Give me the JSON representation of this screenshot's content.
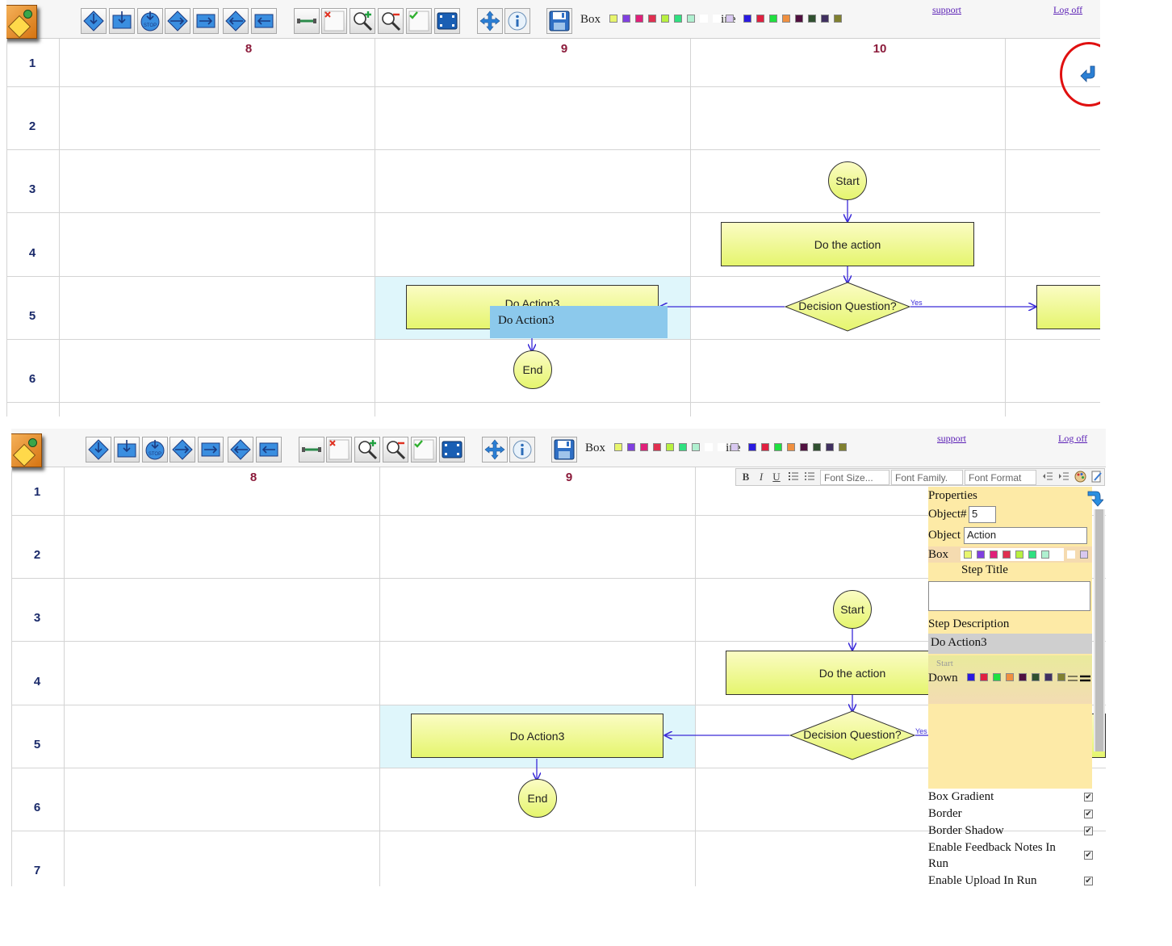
{
  "toolbar": {
    "box_label": "Box",
    "line_label": "Line",
    "support": "support",
    "logoff": "Log off",
    "box_colors": [
      "#e8f56d",
      "#8040e0",
      "#e0207a",
      "#e03050",
      "#b8f040",
      "#30e080",
      "#b0f0d0",
      "#ffffff",
      "#ffffff",
      "#d8c8f0"
    ],
    "line_colors": [
      "#2a1ae0",
      "#e02040",
      "#20e040",
      "#f09040",
      "#501040",
      "#305030",
      "#403060",
      "#808030"
    ],
    "icons": [
      "start-down-icon",
      "action-down-icon",
      "stop-icon",
      "decision-right-icon",
      "action-right-icon",
      "decision-left-icon",
      "action-left-icon",
      "connector-icon",
      "delete-icon",
      "zoom-in-icon",
      "zoom-out-icon",
      "check-icon",
      "fit-screen-icon",
      "move-icon",
      "info-icon",
      "save-icon"
    ]
  },
  "grid1": {
    "rows": [
      "1",
      "2",
      "3",
      "4",
      "5",
      "6"
    ],
    "cols": [
      "8",
      "9",
      "10"
    ]
  },
  "grid2": {
    "rows": [
      "1",
      "2",
      "3",
      "4",
      "5",
      "6",
      "7"
    ],
    "cols": [
      "8",
      "9"
    ]
  },
  "flow": {
    "start": "Start",
    "action": "Do the action",
    "decision": "Decision Question?",
    "yes": "Yes",
    "action3": "Do Action3",
    "end": "End"
  },
  "editor_overlay": "Do Action3",
  "format_bar": {
    "bold": "B",
    "italic": "I",
    "underline": "U",
    "font_size": "Font Size...",
    "font_family": "Font Family.",
    "font_format": "Font Format"
  },
  "properties": {
    "title": "Properties",
    "object_num_label": "Object#",
    "object_num_value": "5",
    "object_label": "Object",
    "object_value": "Action",
    "box_label": "Box",
    "step_title_label": "Step Title",
    "step_title_value": "",
    "step_desc_label": "Step Description",
    "step_desc_value": "Do Action3",
    "hidden_start": "Start",
    "down_label": "Down",
    "box_colors": [
      "#e8f56d",
      "#8040e0",
      "#e0207a",
      "#e03050",
      "#b8f040",
      "#30e080",
      "#b0f0d0",
      "#ffffff",
      "#ffffff",
      "#d8c8f0"
    ],
    "down_colors": [
      "#2a1ae0",
      "#e02040",
      "#20e040",
      "#f09040",
      "#501040",
      "#305030",
      "#403060",
      "#808030"
    ],
    "checks": [
      {
        "label": "Box Gradient",
        "checked": true
      },
      {
        "label": "Border",
        "checked": true
      },
      {
        "label": "Border Shadow",
        "checked": true
      },
      {
        "label": "Enable Feedback Notes In Run",
        "checked": true
      },
      {
        "label": "Enable Upload In Run",
        "checked": true
      }
    ]
  }
}
